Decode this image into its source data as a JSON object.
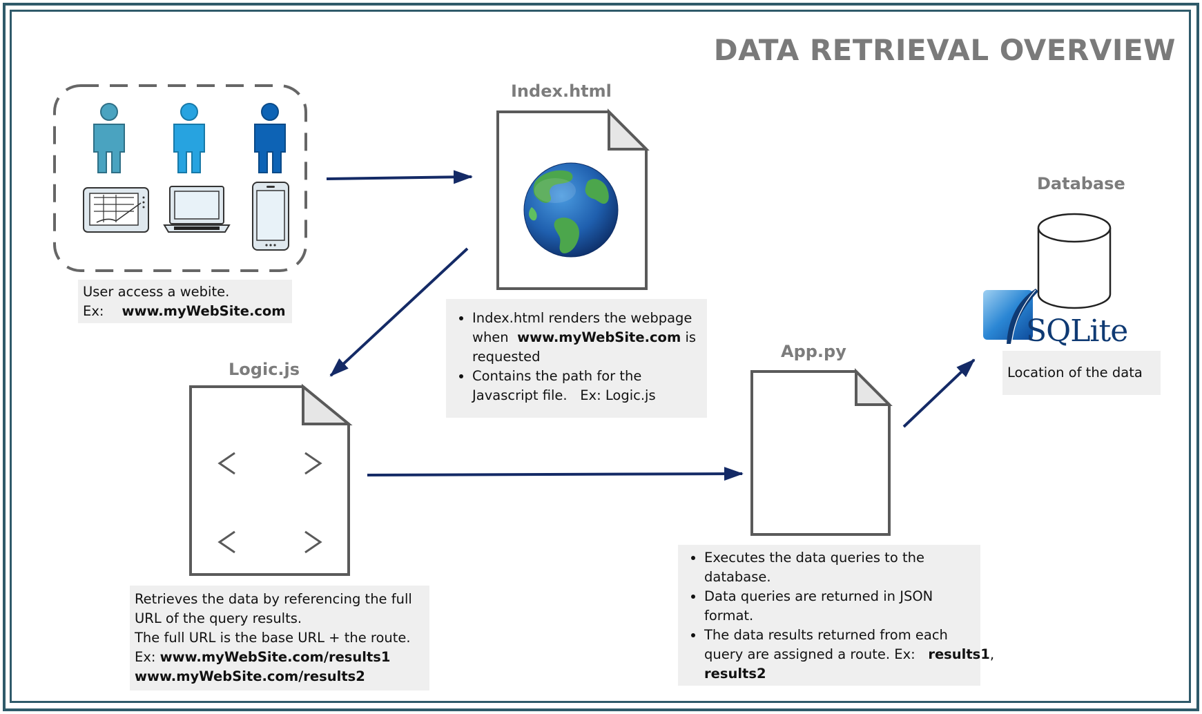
{
  "title": "DATA RETRIEVAL OVERVIEW",
  "colors": {
    "frame": "#2f5a6a",
    "arrow": "#142a66",
    "note_bg": "#efefef",
    "person_1": "#4aa3c0",
    "person_2": "#27a3e0",
    "person_3": "#0d63b5",
    "globe_land": "#4ca64c",
    "globe_ocean": "#1f5fae",
    "sqlite_blue": "#0f3a73"
  },
  "users": {
    "icons": [
      "person-icon",
      "person-icon",
      "person-icon",
      "tablet-icon",
      "laptop-icon",
      "smartphone-icon"
    ],
    "note_line1": "User access a webite.",
    "note_ex_prefix": "Ex:",
    "note_ex_url": "www.myWebSite.com"
  },
  "index_html": {
    "label": "Index.html",
    "icon": "globe-icon",
    "bullet1_a": "Index.html renders the webpage",
    "bullet1_b": "when",
    "bullet1_url": "www.myWebSite.com",
    "bullet1_c": "is",
    "bullet1_d": "requested",
    "bullet2_a": "Contains the path for the",
    "bullet2_b": "Javascript file.",
    "bullet2_ex": "Ex:  Logic.js"
  },
  "logic_js": {
    "label": "Logic.js",
    "icon": "code-icon",
    "line1": "Retrieves the data by referencing the full",
    "line2": "URL of the query results.",
    "line3": "The full URL is the base URL + the route.",
    "line4_prefix": "Ex:",
    "line4_url": "www.myWebSite.com/results1",
    "line5_url": "www.myWebSite.com/results2"
  },
  "app_py": {
    "label": "App.py",
    "icon": "text-lines-icon",
    "bullet1_a": "Executes the data queries to the",
    "bullet1_b": "database.",
    "bullet2_a": "Data queries are returned in JSON",
    "bullet2_b": "format.",
    "bullet3_a": "The data results returned from each",
    "bullet3_b": "query are assigned a route.  Ex:",
    "bullet3_r1": "results1",
    "bullet3_comma": ",",
    "bullet3_r2": "results2"
  },
  "database": {
    "label": "Database",
    "icon": "cylinder-database-icon",
    "logo_text": "SQLite",
    "note": "Location of the data"
  }
}
